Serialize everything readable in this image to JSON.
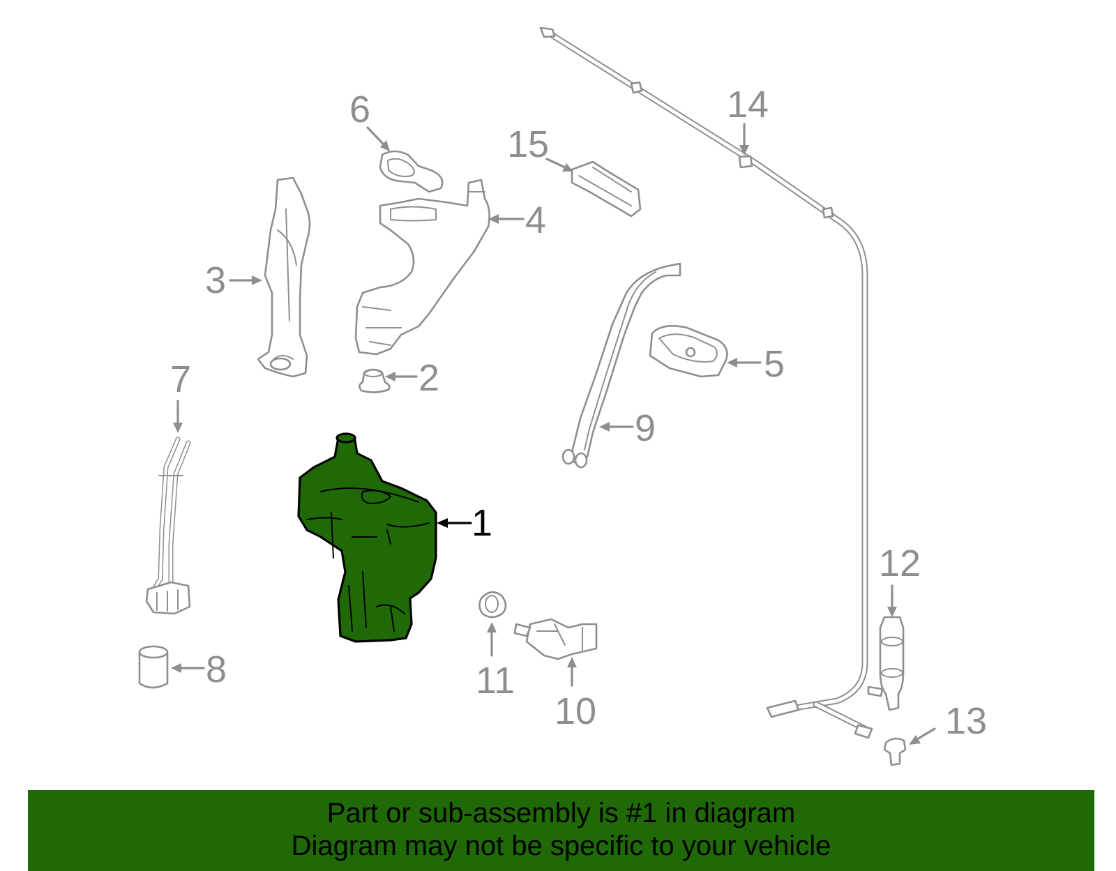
{
  "diagram": {
    "highlighted_part": "1",
    "highlight_color": "#1f6a07",
    "line_color": "#8e8e8e",
    "callouts": [
      {
        "id": "1",
        "label": "1"
      },
      {
        "id": "2",
        "label": "2"
      },
      {
        "id": "3",
        "label": "3"
      },
      {
        "id": "4",
        "label": "4"
      },
      {
        "id": "5",
        "label": "5"
      },
      {
        "id": "6",
        "label": "6"
      },
      {
        "id": "7",
        "label": "7"
      },
      {
        "id": "8",
        "label": "8"
      },
      {
        "id": "9",
        "label": "9"
      },
      {
        "id": "10",
        "label": "10"
      },
      {
        "id": "11",
        "label": "11"
      },
      {
        "id": "12",
        "label": "12"
      },
      {
        "id": "13",
        "label": "13"
      },
      {
        "id": "14",
        "label": "14"
      },
      {
        "id": "15",
        "label": "15"
      }
    ]
  },
  "banner": {
    "background": "#1f6a07",
    "line1": "Part or sub-assembly is #1 in diagram",
    "line2": "Diagram may not be specific to your vehicle"
  }
}
